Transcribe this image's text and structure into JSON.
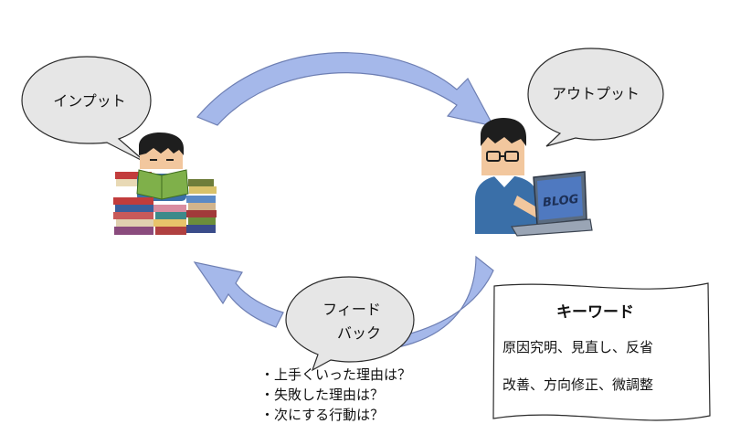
{
  "input_bubble": {
    "label": "インプット"
  },
  "output_bubble": {
    "label": "アウトプット"
  },
  "feedback_bubble": {
    "line1": "フィード",
    "line2": "バック"
  },
  "laptop_text": "BLOG",
  "questions": [
    "・上手くいった理由は？",
    "・失敗した理由は？",
    "・次にする行動は？"
  ],
  "keywords_card": {
    "title": "キーワード",
    "line1": "原因究明、見直し、反省",
    "line2": "改善、方向修正、微調整"
  },
  "colors": {
    "arrow": "#a5b8ea",
    "arrow_stroke": "#6e7fb3",
    "bubble_fill": "#e6e6e6",
    "bubble_stroke": "#2b2b2b"
  }
}
